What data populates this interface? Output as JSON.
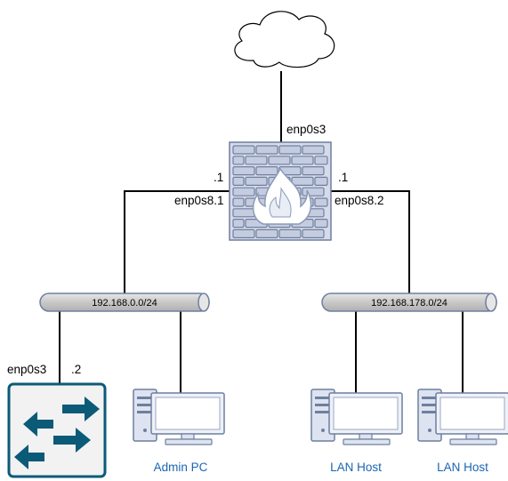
{
  "labels": {
    "fw_wan_iface": "enp0s3",
    "fw_left_ip": ".1",
    "fw_left_iface": "enp0s8.1",
    "fw_right_ip": ".1",
    "fw_right_iface": "enp0s8.2",
    "switch_iface": "enp0s3",
    "switch_ip": ".2"
  },
  "networks": {
    "left": "192.168.0.0/24",
    "right": "192.168.178.0/24"
  },
  "hosts": {
    "admin": "Admin PC",
    "lan1": "LAN Host",
    "lan2": "LAN Host"
  },
  "icons": {
    "cloud": "cloud-icon",
    "firewall": "firewall-icon",
    "switch": "switch-icon",
    "pc": "pc-icon"
  },
  "colors": {
    "device_stroke": "#6f7f9f",
    "device_fill": "#b7c0d8",
    "brick_fill": "#c5cce0",
    "switch_fill": "#0b5a78",
    "switch_bg": "#f2f2f2",
    "host_text": "#1a66b3",
    "bus_fill": "#d0d0d0"
  }
}
